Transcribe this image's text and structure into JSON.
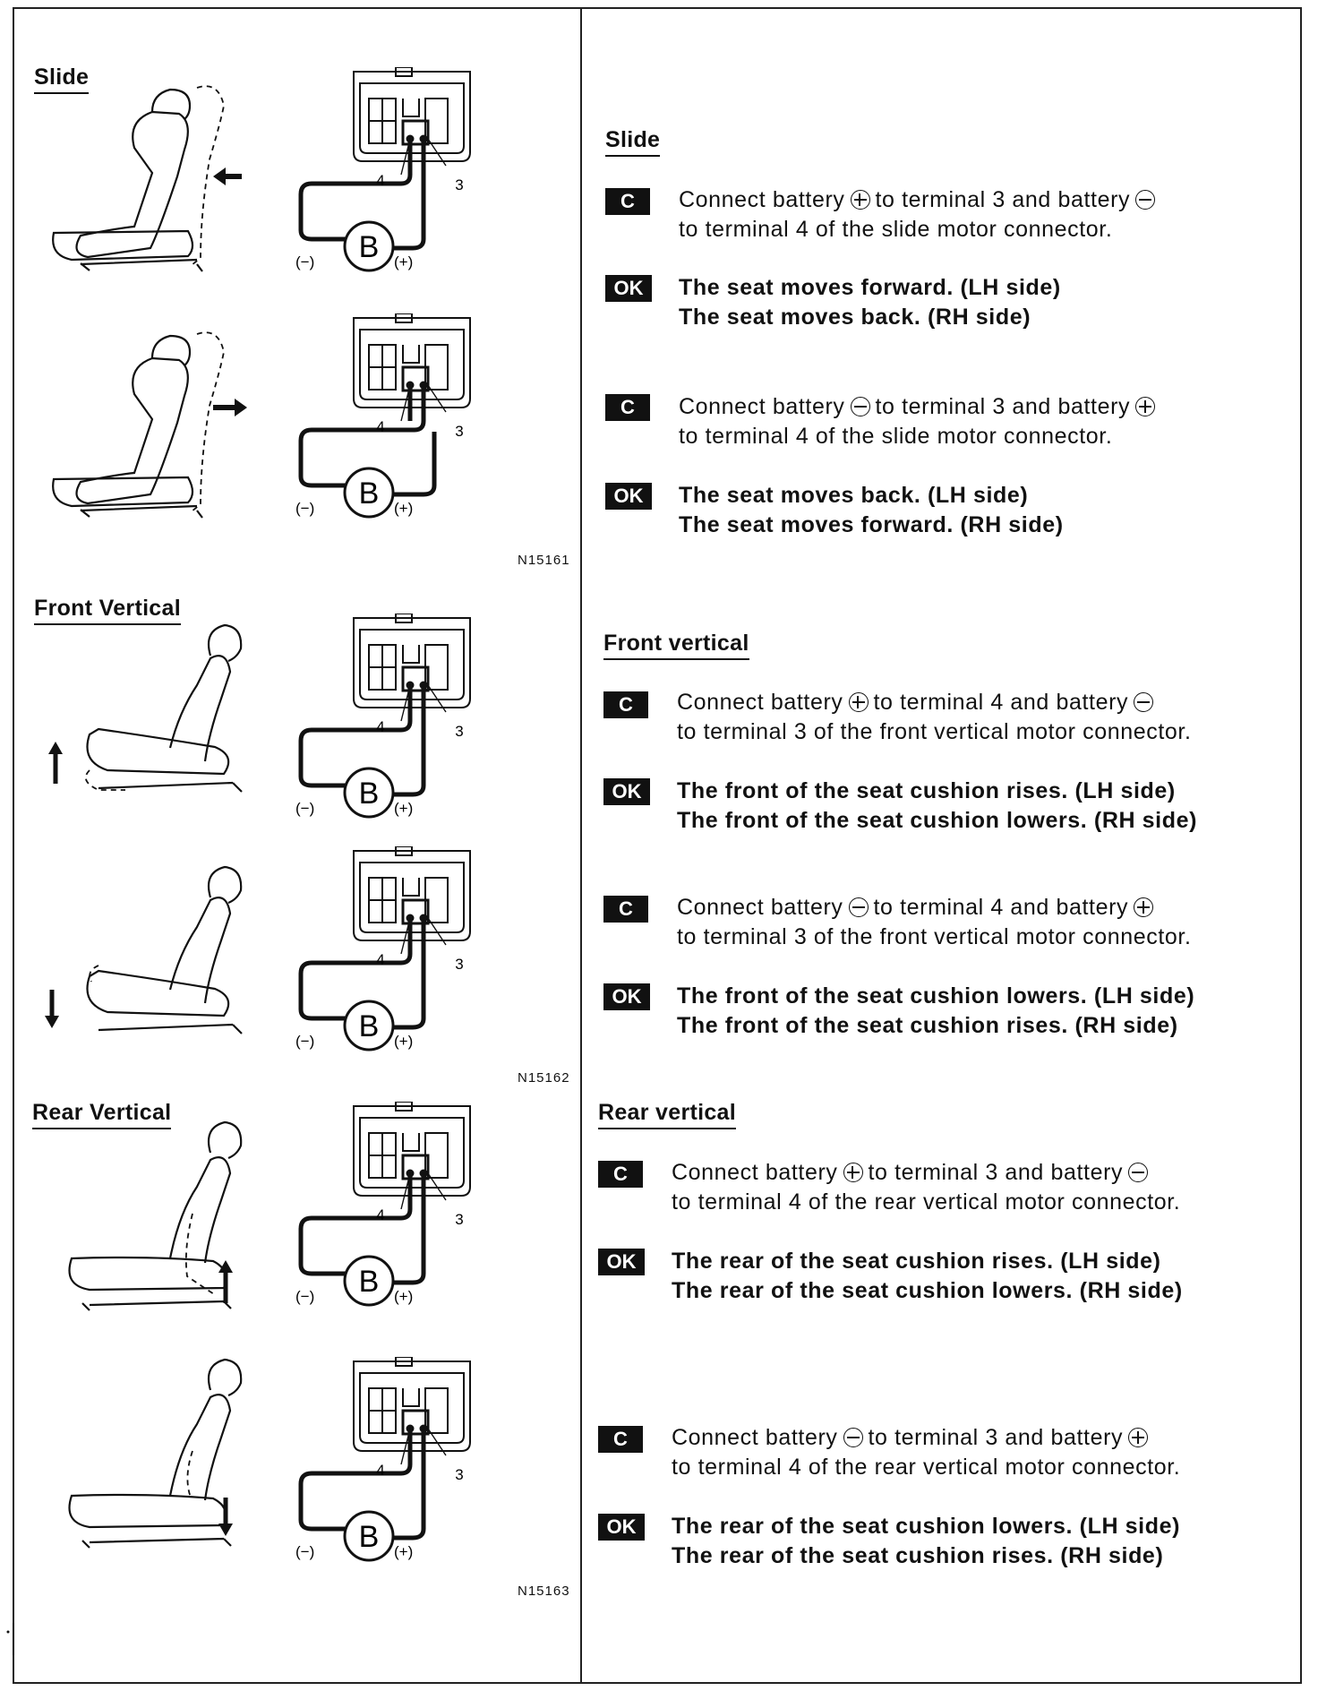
{
  "left": {
    "sections": [
      {
        "title": "Slide",
        "figure_code": "N15161"
      },
      {
        "title": "Front Vertical",
        "figure_code": "N15162"
      },
      {
        "title": "Rear Vertical",
        "figure_code": "N15163"
      }
    ],
    "connector": {
      "terminal_left": "4",
      "terminal_right": "3",
      "battery": "B",
      "neg": "(−)",
      "pos": "(+)"
    }
  },
  "right": {
    "slide": {
      "title": "Slide",
      "c1_a": "Connect battery",
      "c1_b": "to terminal 3 and battery",
      "c1_line2": "to terminal 4 of the slide motor connector.",
      "ok1_line1": "The seat moves forward. (LH side)",
      "ok1_line2": "The seat moves back. (RH side)",
      "c2_a": "Connect battery",
      "c2_b": "to terminal 3 and battery",
      "c2_line2": "to terminal 4 of the slide motor connector.",
      "ok2_line1": "The seat moves back. (LH side)",
      "ok2_line2": "The seat moves forward. (RH side)"
    },
    "front": {
      "title": "Front vertical",
      "c1_a": "Connect battery",
      "c1_b": "to terminal 4 and battery",
      "c1_line2": "to terminal 3 of the front vertical motor connector.",
      "ok1_line1": "The front of the seat cushion rises. (LH side)",
      "ok1_line2": "The front of the seat cushion lowers. (RH side)",
      "c2_a": "Connect battery",
      "c2_b": "to terminal 4 and battery",
      "c2_line2": "to terminal 3 of the front vertical motor connector.",
      "ok2_line1": "The front of the seat cushion lowers. (LH side)",
      "ok2_line2": "The front of the seat cushion rises. (RH side)"
    },
    "rear": {
      "title": "Rear vertical",
      "c1_a": "Connect battery",
      "c1_b": "to terminal 3 and battery",
      "c1_line2": "to terminal 4 of the rear vertical motor connector.",
      "ok1_line1": "The rear of the seat cushion rises. (LH side)",
      "ok1_line2": "The rear of the seat cushion lowers. (RH side)",
      "c2_a": "Connect battery",
      "c2_b": "to terminal 3 and battery",
      "c2_line2": "to terminal 4 of the rear vertical motor connector.",
      "ok2_line1": "The rear of the seat cushion lowers. (LH side)",
      "ok2_line2": "The rear of the seat cushion rises. (RH side)"
    },
    "tags": {
      "check": "C",
      "ok": "OK"
    }
  }
}
